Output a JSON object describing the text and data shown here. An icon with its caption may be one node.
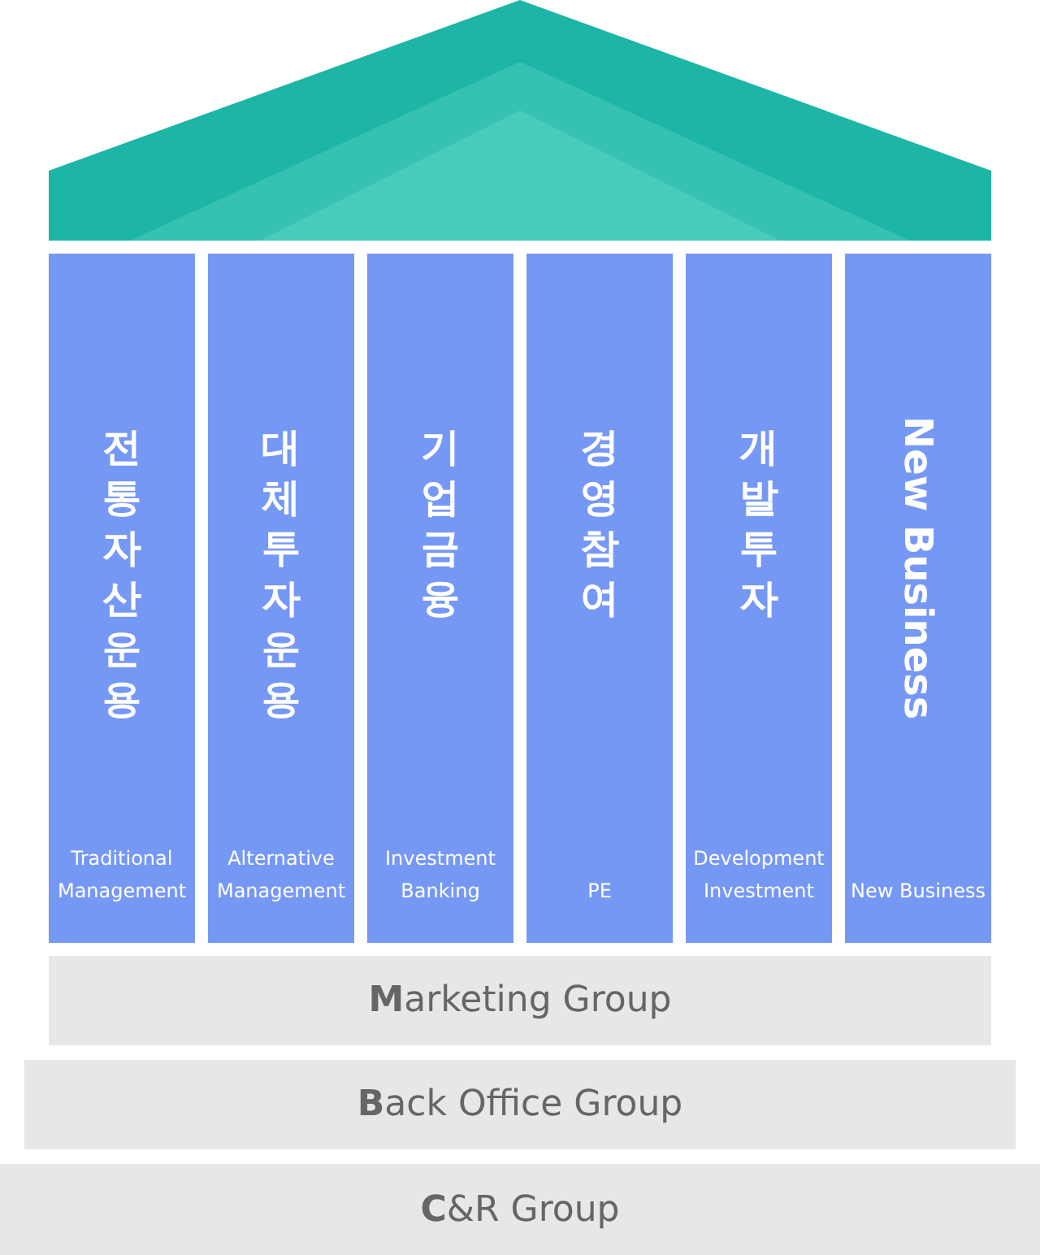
{
  "diagram": {
    "nodes": [
      {
        "text": [
          "전통자산운용",
          "Traditional Management"
        ]
      },
      {
        "text": [
          "대체투자운용",
          "Alternative Management"
        ]
      },
      {
        "text": [
          "기업금융",
          "Investment Banking"
        ]
      },
      {
        "text": [
          "경영참여",
          "PE"
        ]
      },
      {
        "text": [
          "개발투자",
          "Development Investment"
        ]
      },
      {
        "text": [
          "New Business",
          "New Business"
        ]
      },
      {
        "text": [
          "**M**arketing Group"
        ]
      },
      {
        "text": [
          "**B**ack Office Group"
        ]
      },
      {
        "text": [
          "**C**&R Group"
        ]
      }
    ]
  }
}
